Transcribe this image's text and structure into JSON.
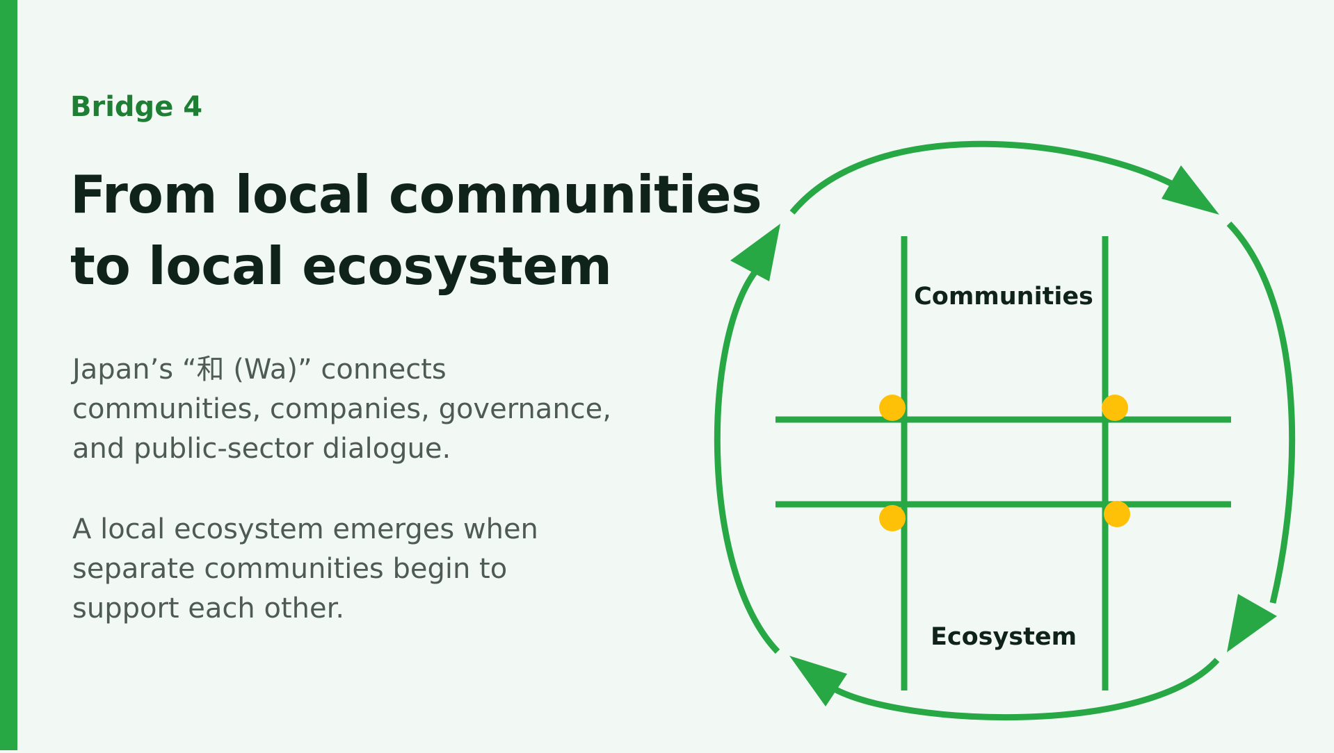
{
  "slide": {
    "eyebrow": "Bridge 4",
    "title_lines": [
      "From local communities",
      "to local ecosystem"
    ],
    "paragraph_1": [
      "Japan’s “和 (Wa)” connects",
      "communities, companies, governance,",
      "and public-sector dialogue."
    ],
    "paragraph_2": [
      "A local ecosystem emerges when",
      "separate communities begin to",
      "support each other."
    ]
  },
  "diagram": {
    "label_top": "Communities",
    "label_bottom": "Ecosystem",
    "colors": {
      "accent": "#28a745",
      "dark_accent": "#1e7e34",
      "node": "#ffc107",
      "text": "#10231a",
      "background": "#f2f9f4"
    }
  }
}
